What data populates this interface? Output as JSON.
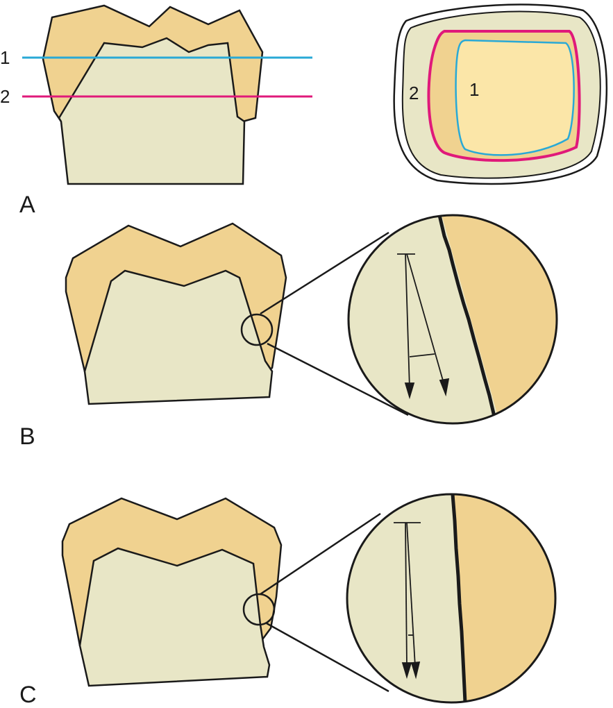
{
  "figure": {
    "colors": {
      "crown": "#f0d290",
      "crown_light": "#fbe6a8",
      "tooth": "#e8e6c6",
      "outline": "#1a1a1a",
      "line1": "#29a9d6",
      "line2": "#e0197a",
      "background": "#ffffff"
    },
    "panels": [
      {
        "id": "A",
        "label": "A"
      },
      {
        "id": "B",
        "label": "B"
      },
      {
        "id": "C",
        "label": "C"
      }
    ],
    "section_lines": [
      {
        "label": "1",
        "color_key": "line1"
      },
      {
        "label": "2",
        "color_key": "line2"
      }
    ],
    "cross_section_labels": [
      {
        "label": "2",
        "color_key": "line2"
      },
      {
        "label": "1",
        "color_key": "line1"
      }
    ],
    "icons": [
      "tooth-crown-outline",
      "magnified-circle",
      "double-arrow"
    ]
  }
}
